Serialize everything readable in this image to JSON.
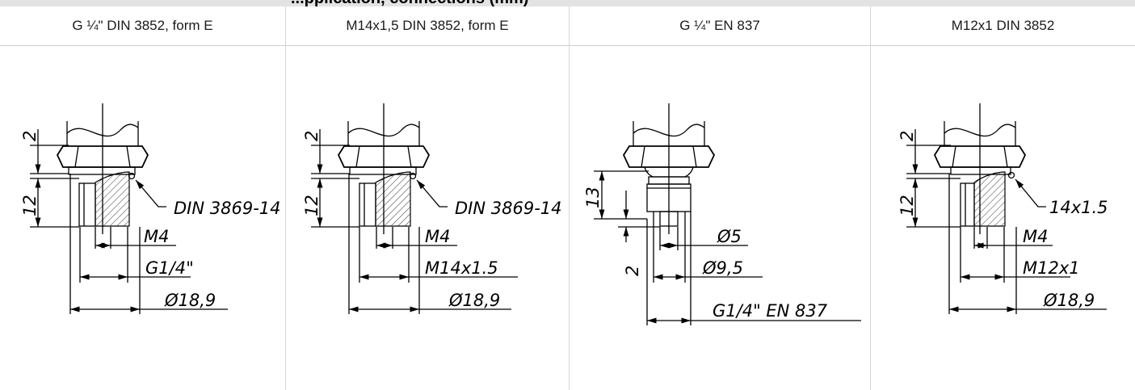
{
  "partial_title": "...pplication, connections (mm)",
  "columns": [
    {
      "header": "G ¼\" DIN 3852, form E",
      "labels": {
        "top_dim": "2",
        "side_dim": "12",
        "seal": "DIN 3869-14",
        "d1": "M4",
        "d2": "G1/4\"",
        "d3": "Ø18,9"
      }
    },
    {
      "header": "M14x1,5 DIN 3852, form E",
      "labels": {
        "top_dim": "2",
        "side_dim": "12",
        "seal": "DIN 3869-14",
        "d1": "M4",
        "d2": "M14x1.5",
        "d3": "Ø18,9"
      }
    },
    {
      "header": "G ¼\" EN 837",
      "labels": {
        "top_dim": "13",
        "side_dim": "2",
        "d1": "Ø5",
        "d2": "Ø9,5",
        "d3": "G1/4\" EN 837"
      }
    },
    {
      "header": "M12x1 DIN 3852",
      "labels": {
        "top_dim": "2",
        "side_dim": "12",
        "seal": "14x1.5",
        "d1": "M4",
        "d2": "M12x1",
        "d3": "Ø18,9"
      }
    }
  ]
}
